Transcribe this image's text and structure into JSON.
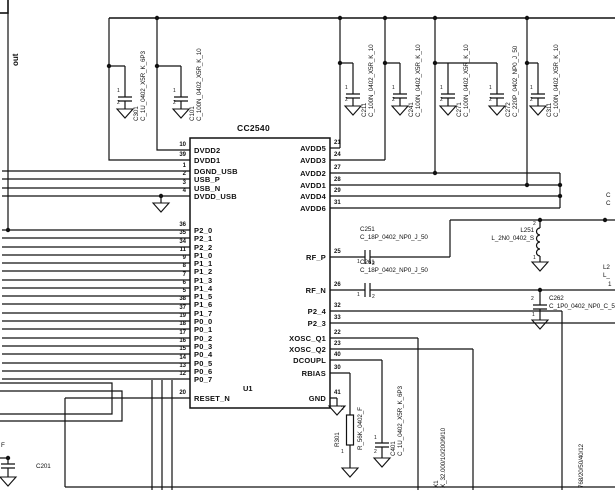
{
  "chip": {
    "title": "CC2540",
    "refdes": "U1",
    "left_pins": [
      {
        "num": "10",
        "name": "DVDD2"
      },
      {
        "num": "39",
        "name": "DVDD1"
      },
      {
        "num": "1",
        "name": "DGND_USB"
      },
      {
        "num": "2",
        "name": "USB_P"
      },
      {
        "num": "3",
        "name": "USB_N"
      },
      {
        "num": "4",
        "name": "DVDD_USB"
      },
      {
        "num": "36",
        "name": "P2_0"
      },
      {
        "num": "35",
        "name": "P2_1"
      },
      {
        "num": "34",
        "name": "P2_2"
      },
      {
        "num": "11",
        "name": "P1_0"
      },
      {
        "num": "9",
        "name": "P1_1"
      },
      {
        "num": "8",
        "name": "P1_2"
      },
      {
        "num": "7",
        "name": "P1_3"
      },
      {
        "num": "6",
        "name": "P1_4"
      },
      {
        "num": "5",
        "name": "P1_5"
      },
      {
        "num": "38",
        "name": "P1_6"
      },
      {
        "num": "37",
        "name": "P1_7"
      },
      {
        "num": "19",
        "name": "P0_0"
      },
      {
        "num": "18",
        "name": "P0_1"
      },
      {
        "num": "17",
        "name": "P0_2"
      },
      {
        "num": "16",
        "name": "P0_3"
      },
      {
        "num": "15",
        "name": "P0_4"
      },
      {
        "num": "14",
        "name": "P0_5"
      },
      {
        "num": "13",
        "name": "P0_6"
      },
      {
        "num": "12",
        "name": "P0_7"
      },
      {
        "num": "20",
        "name": "RESET_N"
      }
    ],
    "right_pins": [
      {
        "num": "21",
        "name": "AVDD5"
      },
      {
        "num": "24",
        "name": "AVDD3"
      },
      {
        "num": "27",
        "name": "AVDD2"
      },
      {
        "num": "28",
        "name": "AVDD1"
      },
      {
        "num": "29",
        "name": "AVDD4"
      },
      {
        "num": "31",
        "name": "AVDD6"
      },
      {
        "num": "25",
        "name": "RF_P"
      },
      {
        "num": "26",
        "name": "RF_N"
      },
      {
        "num": "32",
        "name": "P2_4"
      },
      {
        "num": "33",
        "name": "P2_3"
      },
      {
        "num": "22",
        "name": "XOSC_Q1"
      },
      {
        "num": "23",
        "name": "XOSC_Q2"
      },
      {
        "num": "40",
        "name": "DCOUPL"
      },
      {
        "num": "30",
        "name": "RBIAS"
      },
      {
        "num": "41",
        "name": "GND"
      }
    ]
  },
  "components": {
    "C301": {
      "ref": "C301",
      "value": "C_1U_0402_X5R_K_6P3"
    },
    "C101": {
      "ref": "C101",
      "value": "C_100N_0402_X5R_K_10"
    },
    "C211": {
      "ref": "C211",
      "value": "C_100N_0402_X5R_K_10"
    },
    "C241": {
      "ref": "C241",
      "value": "C_100N_0402_X5R_K_10"
    },
    "C271": {
      "ref": "C271",
      "value": "C_100N_0402_X5R_K_10"
    },
    "C272": {
      "ref": "C272",
      "value": "C_220P_0402_NP0_J_50"
    },
    "C311": {
      "ref": "C311",
      "value": "C_100N_0402_X5R_K_10"
    },
    "C251": {
      "ref": "C251",
      "value": "C_18P_0402_NP0_J_50"
    },
    "C261": {
      "ref": "C261",
      "value": "C_18P_0402_NP0_J_50"
    },
    "L251": {
      "ref": "L251",
      "value": "L_2N0_0402_S"
    },
    "C262": {
      "ref": "C262",
      "value": "C_1P0_0402_NP0_C_5"
    },
    "R301": {
      "ref": "R301",
      "value": "R_56K_0402_F"
    },
    "C401": {
      "ref": "C401",
      "value": "C_1U_0402_X5R_K_6P3"
    },
    "X1": {
      "ref": "X1",
      "value": "X_32.000/10/200/9/10"
    },
    "X2": {
      "value": "768/20/50/40/12"
    },
    "C201": {
      "ref": "C201"
    }
  },
  "net_labels": {
    "out": "out"
  },
  "fragments": {
    "f": "F",
    "edge_cap": [
      "C",
      "C"
    ],
    "edge_inductor": [
      "L2",
      "L_",
      "1"
    ]
  },
  "pin_marks": {
    "one": "1",
    "two": "2"
  }
}
